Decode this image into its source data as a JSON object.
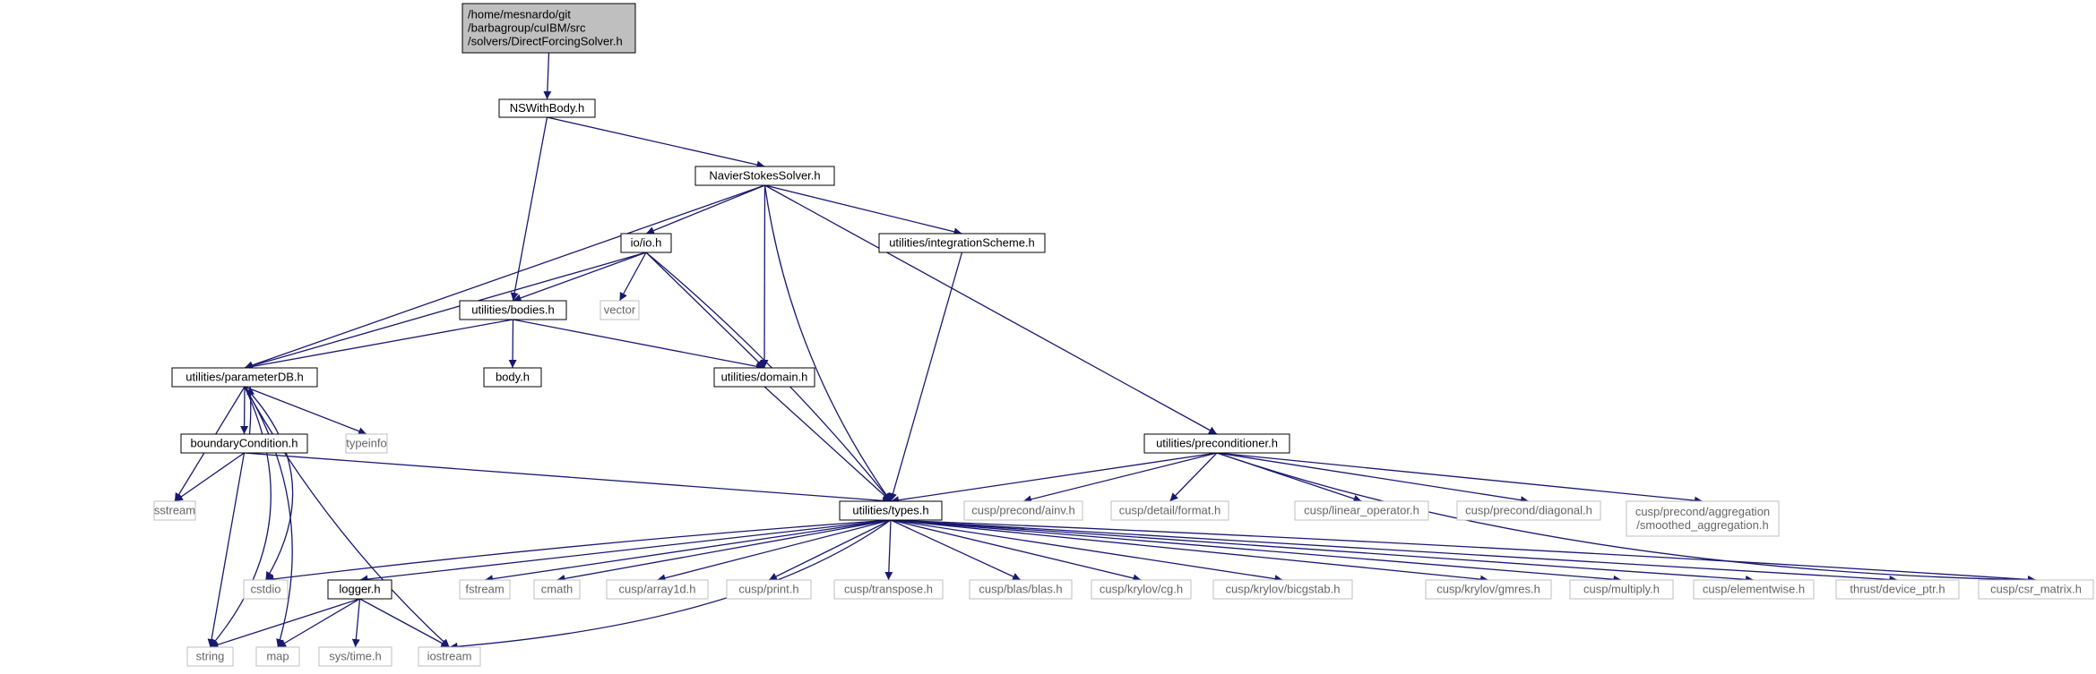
{
  "colors": {
    "edge": "#191970",
    "root_fill": "#bfbfbf",
    "node_border": "#000000",
    "external_border": "#bfbfbf",
    "external_text": "#666666"
  },
  "nodes": {
    "root": [
      "/home/mesnardo/git",
      "/barbagroup/cuIBM/src",
      "/solvers/DirectForcingSolver.h"
    ],
    "nswithbody": [
      "NSWithBody.h"
    ],
    "navierstokes": [
      "NavierStokesSolver.h"
    ],
    "io": [
      "io/io.h"
    ],
    "integration": [
      "utilities/integrationScheme.h"
    ],
    "bodies": [
      "utilities/bodies.h"
    ],
    "vector": [
      "vector"
    ],
    "parameterdb": [
      "utilities/parameterDB.h"
    ],
    "body": [
      "body.h"
    ],
    "domain": [
      "utilities/domain.h"
    ],
    "typeinfo": [
      "typeinfo"
    ],
    "boundary": [
      "boundaryCondition.h"
    ],
    "preconditioner": [
      "utilities/preconditioner.h"
    ],
    "sstream": [
      "sstream"
    ],
    "types": [
      "utilities/types.h"
    ],
    "ainv": [
      "cusp/precond/ainv.h"
    ],
    "format": [
      "cusp/detail/format.h"
    ],
    "linop": [
      "cusp/linear_operator.h"
    ],
    "diagonal": [
      "cusp/precond/diagonal.h"
    ],
    "smoothed": [
      "cusp/precond/aggregation",
      "/smoothed_aggregation.h"
    ],
    "cstdio": [
      "cstdio"
    ],
    "logger": [
      "logger.h"
    ],
    "fstream": [
      "fstream"
    ],
    "cmath": [
      "cmath"
    ],
    "array1d": [
      "cusp/array1d.h"
    ],
    "print": [
      "cusp/print.h"
    ],
    "transpose": [
      "cusp/transpose.h"
    ],
    "blas": [
      "cusp/blas/blas.h"
    ],
    "cg": [
      "cusp/krylov/cg.h"
    ],
    "bicgstab": [
      "cusp/krylov/bicgstab.h"
    ],
    "gmres": [
      "cusp/krylov/gmres.h"
    ],
    "multiply": [
      "cusp/multiply.h"
    ],
    "elementwise": [
      "cusp/elementwise.h"
    ],
    "deviceptr": [
      "thrust/device_ptr.h"
    ],
    "csr": [
      "cusp/csr_matrix.h"
    ],
    "string": [
      "string"
    ],
    "map": [
      "map"
    ],
    "systime": [
      "sys/time.h"
    ],
    "iostream": [
      "iostream"
    ]
  },
  "node_kinds": {
    "root": "root",
    "nswithbody": "internal",
    "navierstokes": "internal",
    "io": "internal",
    "integration": "internal",
    "bodies": "internal",
    "parameterdb": "internal",
    "body": "internal",
    "domain": "internal",
    "boundary": "internal",
    "preconditioner": "internal",
    "types": "internal",
    "logger": "internal",
    "vector": "external",
    "typeinfo": "external",
    "sstream": "external",
    "ainv": "external",
    "format": "external",
    "linop": "external",
    "diagonal": "external",
    "smoothed": "external",
    "cstdio": "external",
    "fstream": "external",
    "cmath": "external",
    "array1d": "external",
    "print": "external",
    "transpose": "external",
    "blas": "external",
    "cg": "external",
    "bicgstab": "external",
    "gmres": "external",
    "multiply": "external",
    "elementwise": "external",
    "deviceptr": "external",
    "csr": "external",
    "string": "external",
    "map": "external",
    "systime": "external",
    "iostream": "external"
  },
  "edges": [
    [
      "root",
      "nswithbody"
    ],
    [
      "nswithbody",
      "navierstokes"
    ],
    [
      "nswithbody",
      "bodies"
    ],
    [
      "navierstokes",
      "parameterdb"
    ],
    [
      "navierstokes",
      "io"
    ],
    [
      "navierstokes",
      "domain"
    ],
    [
      "navierstokes",
      "types"
    ],
    [
      "navierstokes",
      "integration"
    ],
    [
      "navierstokes",
      "preconditioner"
    ],
    [
      "io",
      "parameterdb"
    ],
    [
      "io",
      "bodies"
    ],
    [
      "io",
      "vector"
    ],
    [
      "io",
      "domain"
    ],
    [
      "io",
      "types"
    ],
    [
      "integration",
      "types"
    ],
    [
      "bodies",
      "parameterdb"
    ],
    [
      "bodies",
      "body"
    ],
    [
      "bodies",
      "domain"
    ],
    [
      "domain",
      "types"
    ],
    [
      "parameterdb",
      "boundary"
    ],
    [
      "parameterdb",
      "typeinfo"
    ],
    [
      "parameterdb",
      "sstream"
    ],
    [
      "parameterdb",
      "cstdio"
    ],
    [
      "parameterdb",
      "map"
    ],
    [
      "parameterdb",
      "string"
    ],
    [
      "parameterdb",
      "iostream"
    ],
    [
      "boundary",
      "parameterdb"
    ],
    [
      "boundary",
      "sstream"
    ],
    [
      "boundary",
      "string"
    ],
    [
      "boundary",
      "types"
    ],
    [
      "preconditioner",
      "types"
    ],
    [
      "preconditioner",
      "ainv"
    ],
    [
      "preconditioner",
      "format"
    ],
    [
      "preconditioner",
      "linop"
    ],
    [
      "preconditioner",
      "diagonal"
    ],
    [
      "preconditioner",
      "smoothed"
    ],
    [
      "preconditioner",
      "csr"
    ],
    [
      "types",
      "cstdio"
    ],
    [
      "types",
      "logger"
    ],
    [
      "types",
      "fstream"
    ],
    [
      "types",
      "cmath"
    ],
    [
      "types",
      "array1d"
    ],
    [
      "types",
      "print"
    ],
    [
      "types",
      "transpose"
    ],
    [
      "types",
      "blas"
    ],
    [
      "types",
      "cg"
    ],
    [
      "types",
      "bicgstab"
    ],
    [
      "types",
      "gmres"
    ],
    [
      "types",
      "multiply"
    ],
    [
      "types",
      "elementwise"
    ],
    [
      "types",
      "deviceptr"
    ],
    [
      "types",
      "csr"
    ],
    [
      "types",
      "iostream"
    ],
    [
      "logger",
      "string"
    ],
    [
      "logger",
      "map"
    ],
    [
      "logger",
      "systime"
    ],
    [
      "logger",
      "iostream"
    ]
  ]
}
